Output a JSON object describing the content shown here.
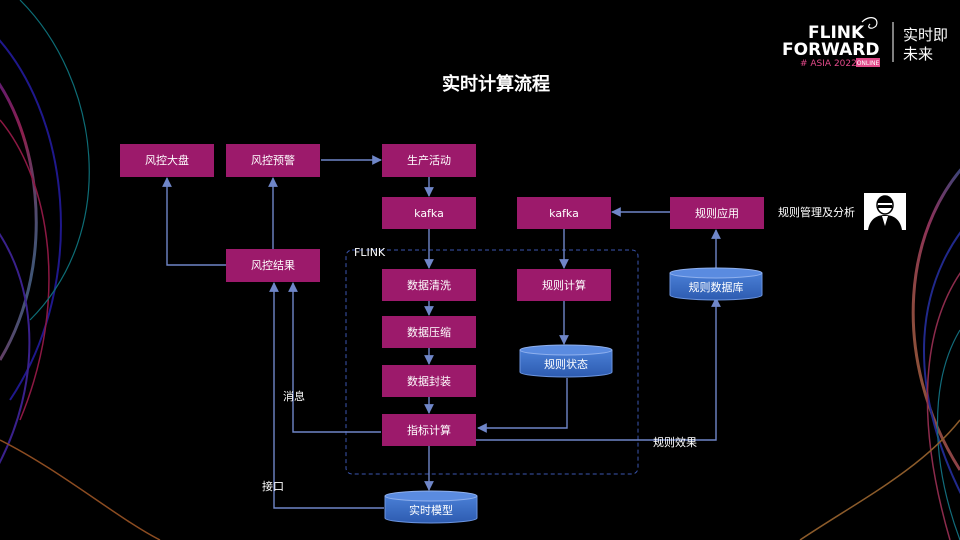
{
  "slide": {
    "title": "实时计算流程",
    "brand": {
      "line1": "FLINK",
      "line2": "FORWARD",
      "line3": "# ASIA 2022",
      "badge": "ONLINE",
      "slogan_line1": "实时即",
      "slogan_line2": "未来"
    }
  },
  "diagram": {
    "flink_label": "FLINK",
    "nodes": {
      "risk_dashboard": "风控大盘",
      "risk_alert": "风控预警",
      "production": "生产活动",
      "kafka_main": "kafka",
      "kafka_rule": "kafka",
      "rule_app": "规则应用",
      "risk_result": "风控结果",
      "data_clean": "数据清洗",
      "rule_calc": "规则计算",
      "rule_db": "规则数据库",
      "data_compress": "数据压缩",
      "rule_state": "规则状态",
      "data_pack": "数据封装",
      "metric_calc": "指标计算",
      "realtime_model": "实时模型"
    },
    "edge_labels": {
      "rule_mgmt": "规则管理及分析",
      "message": "消息",
      "interface": "接口",
      "rule_effect": "规则效果"
    },
    "colors": {
      "process_box": "#9c1a6b",
      "database": "#3a6fc7",
      "arrow": "#6f86c8",
      "flink_border": "#3b56b0"
    }
  }
}
